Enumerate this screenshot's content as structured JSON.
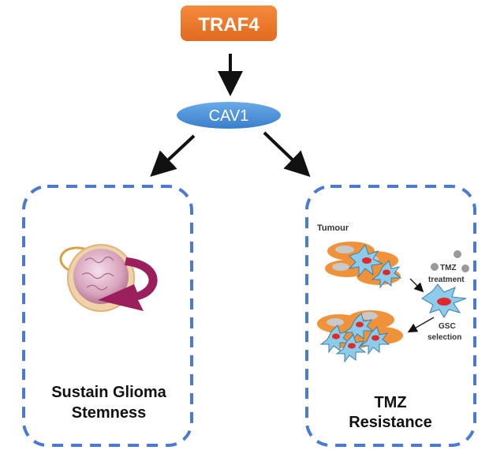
{
  "diagram": {
    "top_node": {
      "label": "TRAF4",
      "color": "#ef7a30"
    },
    "middle_node": {
      "label": "CAV1",
      "color": "#4a90d9"
    },
    "left_box": {
      "title_line1": "Sustain Glioma",
      "title_line2": "Stemness",
      "icon": "brain-with-circular-arrow-icon",
      "border_color": "#4a7bd0"
    },
    "right_box": {
      "title_line1": "TMZ",
      "title_line2": "Resistance",
      "labels": {
        "tumour": "Tumour",
        "tmz": "TMZ",
        "treatment": "treatment",
        "gsc": "GSC",
        "selection": "selection"
      },
      "border_color": "#4a7bd0"
    },
    "edges": [
      {
        "from": "TRAF4",
        "to": "CAV1"
      },
      {
        "from": "CAV1",
        "to": "Sustain Glioma Stemness"
      },
      {
        "from": "CAV1",
        "to": "TMZ Resistance"
      }
    ]
  }
}
